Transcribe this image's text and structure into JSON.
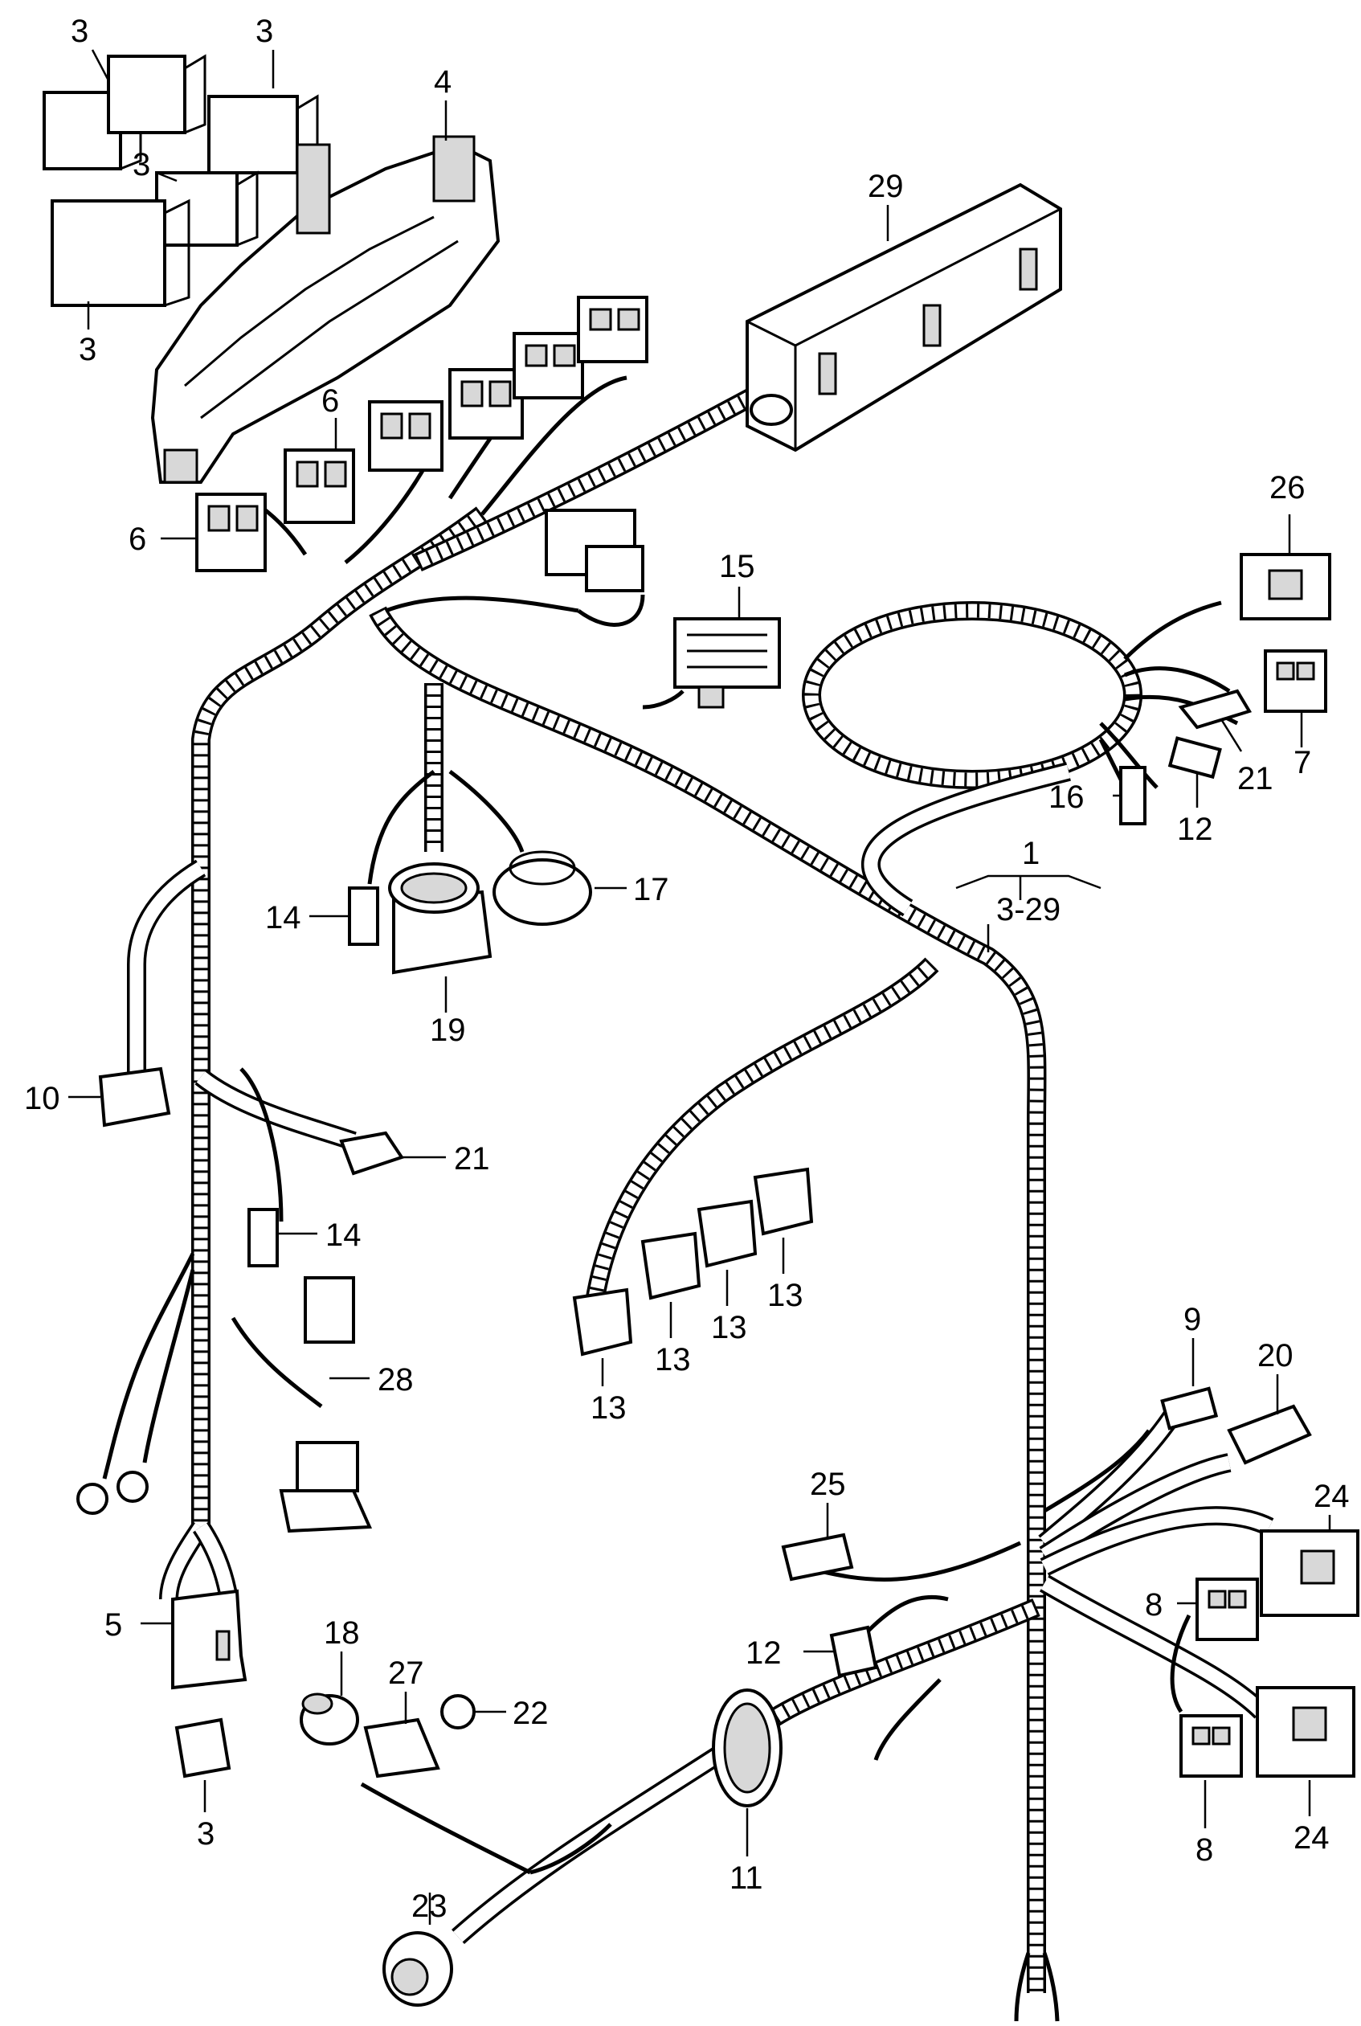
{
  "diagram": {
    "callouts": [
      {
        "id": "c3a",
        "text": "3"
      },
      {
        "id": "c3b",
        "text": "3"
      },
      {
        "id": "c3c",
        "text": "3"
      },
      {
        "id": "c3d",
        "text": "3"
      },
      {
        "id": "c4",
        "text": "4"
      },
      {
        "id": "c29",
        "text": "29"
      },
      {
        "id": "c6a",
        "text": "6"
      },
      {
        "id": "c6b",
        "text": "6"
      },
      {
        "id": "c26",
        "text": "26"
      },
      {
        "id": "c15",
        "text": "15"
      },
      {
        "id": "c21a",
        "text": "21"
      },
      {
        "id": "c7",
        "text": "7"
      },
      {
        "id": "c16",
        "text": "16"
      },
      {
        "id": "c12a",
        "text": "12"
      },
      {
        "id": "c1",
        "text": "1"
      },
      {
        "id": "c1range",
        "text": "3-29"
      },
      {
        "id": "c14a",
        "text": "14"
      },
      {
        "id": "c17",
        "text": "17"
      },
      {
        "id": "c19",
        "text": "19"
      },
      {
        "id": "c10",
        "text": "10"
      },
      {
        "id": "c21b",
        "text": "21"
      },
      {
        "id": "c14b",
        "text": "14"
      },
      {
        "id": "c13a",
        "text": "13"
      },
      {
        "id": "c13b",
        "text": "13"
      },
      {
        "id": "c13c",
        "text": "13"
      },
      {
        "id": "c13d",
        "text": "13"
      },
      {
        "id": "c28",
        "text": "28"
      },
      {
        "id": "c9",
        "text": "9"
      },
      {
        "id": "c20",
        "text": "20"
      },
      {
        "id": "c25",
        "text": "25"
      },
      {
        "id": "c24a",
        "text": "24"
      },
      {
        "id": "c8a",
        "text": "8"
      },
      {
        "id": "c5",
        "text": "5"
      },
      {
        "id": "c18",
        "text": "18"
      },
      {
        "id": "c27",
        "text": "27"
      },
      {
        "id": "c22",
        "text": "22"
      },
      {
        "id": "c12b",
        "text": "12"
      },
      {
        "id": "c3e",
        "text": "3"
      },
      {
        "id": "c24b",
        "text": "24"
      },
      {
        "id": "c8b",
        "text": "8"
      },
      {
        "id": "c23",
        "text": "23"
      },
      {
        "id": "c11",
        "text": "11"
      }
    ]
  }
}
